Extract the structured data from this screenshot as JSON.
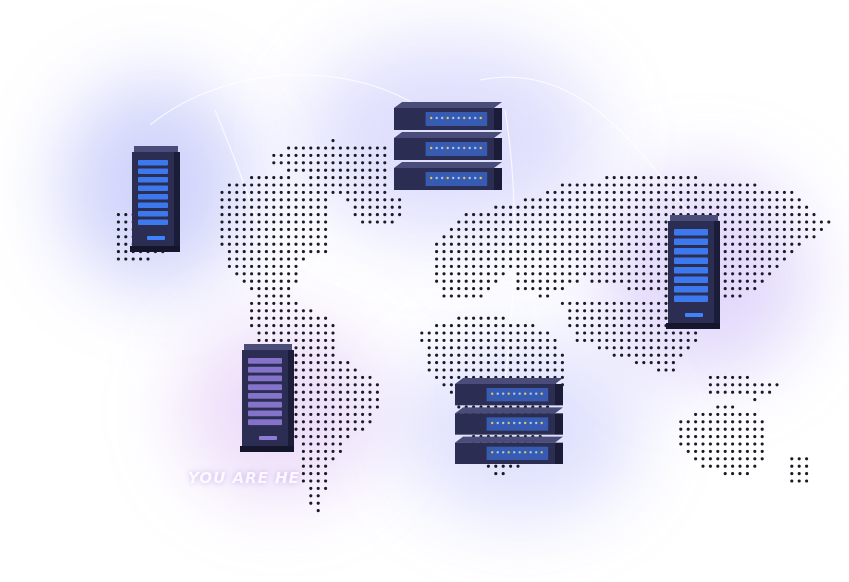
{
  "scene": {
    "label": "YOU ARE HE",
    "colors": {
      "background": "#ffffff",
      "dots": "#1a1a24",
      "glow_blue": "#6a6cf0",
      "glow_violet": "#a58be8",
      "server_body": "#2b2d52",
      "server_light": "#3f82ff",
      "server_light_violet": "#8e7bd6"
    },
    "servers": [
      {
        "id": "server-tower-west",
        "type": "tower",
        "accent": "blue"
      },
      {
        "id": "server-rack-north",
        "type": "rack",
        "accent": "blue"
      },
      {
        "id": "server-tower-east",
        "type": "tower",
        "accent": "blue"
      },
      {
        "id": "server-tower-south-america",
        "type": "tower",
        "accent": "violet"
      },
      {
        "id": "server-rack-africa",
        "type": "rack",
        "accent": "blue"
      }
    ]
  }
}
